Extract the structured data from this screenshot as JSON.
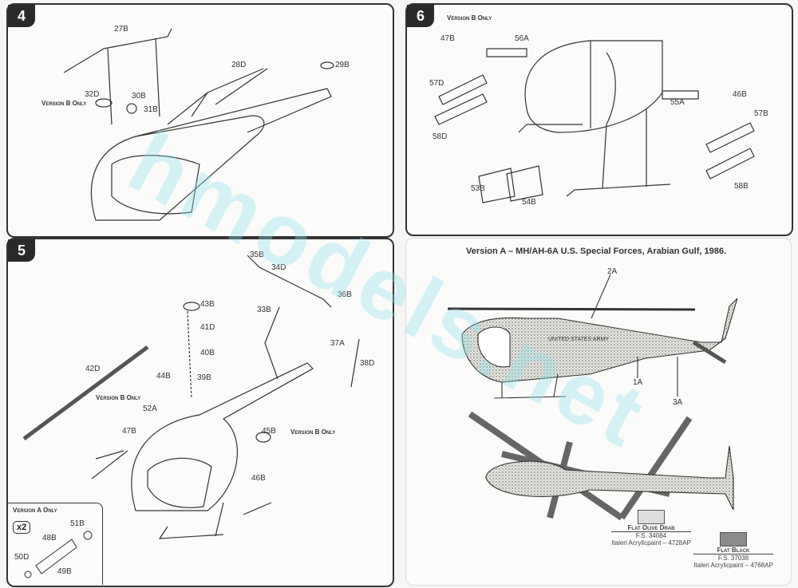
{
  "steps": {
    "s4": {
      "number": "4",
      "labels": [
        "27B",
        "28D",
        "29B",
        "32D",
        "30B",
        "31B"
      ],
      "note": "Version B Only"
    },
    "s5": {
      "number": "5",
      "labels": [
        "35B",
        "34D",
        "36B",
        "43B",
        "41D",
        "40B",
        "39B",
        "33B",
        "37A",
        "38D",
        "42D",
        "44B",
        "52A",
        "47B",
        "45B",
        "46B"
      ],
      "note_a": "Version B Only",
      "note_b": "Version B Only"
    },
    "s5_inset": {
      "title": "Version A Only",
      "count": "x2",
      "labels": [
        "51B",
        "48B",
        "50D",
        "49B"
      ]
    },
    "s6": {
      "number": "6",
      "note": "Version B Only",
      "labels": [
        "47B",
        "56A",
        "57D",
        "58D",
        "55A",
        "46B",
        "57B",
        "58B",
        "53B",
        "54B"
      ]
    }
  },
  "version_a": {
    "title": "Version A – MH/AH-6A U.S. Special Forces, Arabian Gulf, 1986.",
    "callouts": [
      "2A",
      "1A",
      "3A"
    ],
    "markings": "UNITED STATES ARMY",
    "legend": [
      {
        "name": "Flat Olive Drab",
        "fs": "F.S. 34084",
        "paint": "Italeri Acrylicpaint – 4728AP",
        "color": "#d8d8d0"
      },
      {
        "name": "Flat Black",
        "fs": "F.S. 37038",
        "paint": "Italeri Acrylicpaint – 4768AP",
        "color": "#8a8a8a"
      }
    ]
  },
  "watermark": "hmodels.net"
}
